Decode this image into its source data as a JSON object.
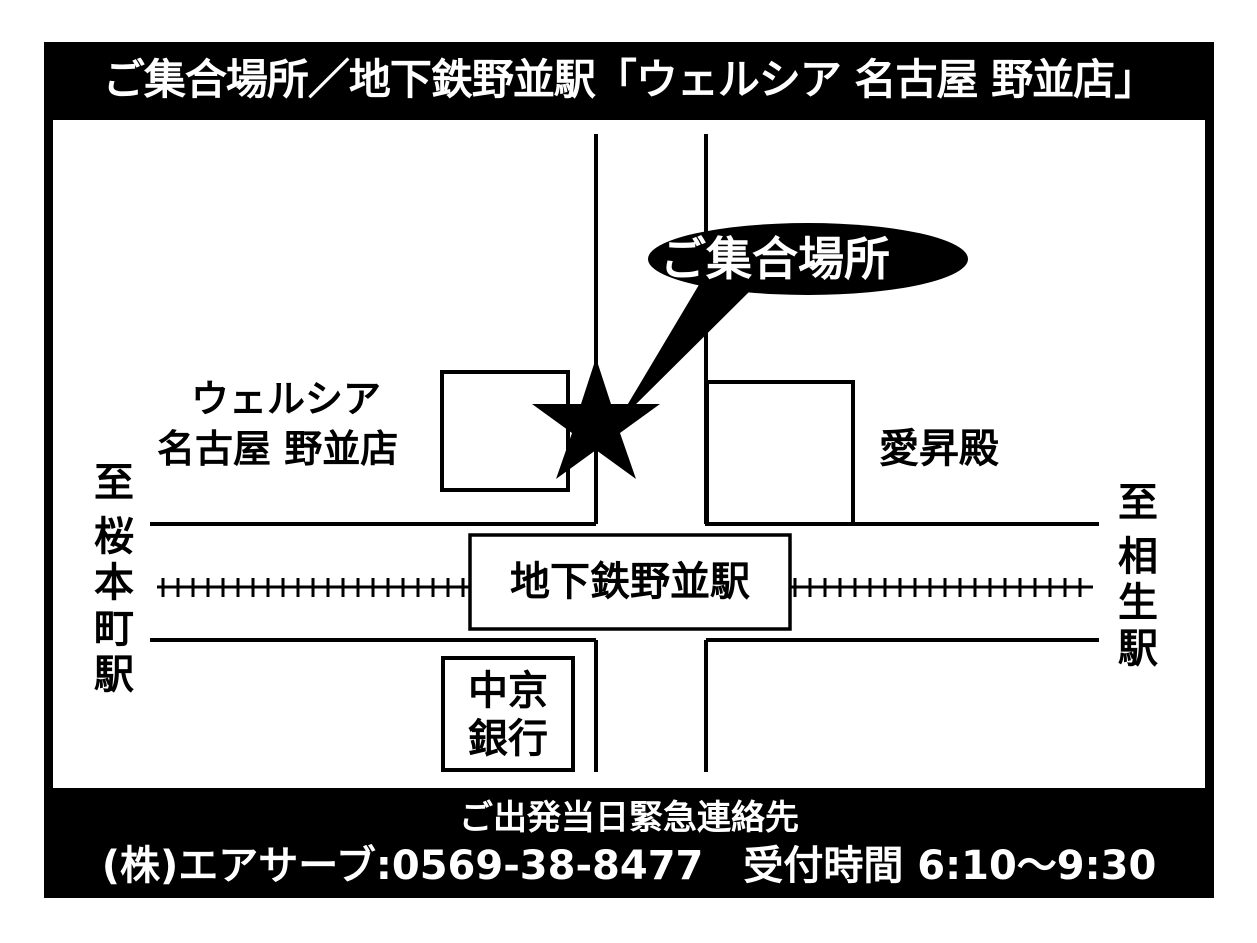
{
  "title": "ご集合場所／地下鉄野並駅「ウェルシア 名古屋 野並店」",
  "map": {
    "meeting_point_label": "ご集合場所",
    "store_label_line1": "ウェルシア",
    "store_label_line2": "名古屋 野並店",
    "hall_label": "愛昇殿",
    "station_label": "地下鉄野並駅",
    "bank_label_line1": "中京",
    "bank_label_line2": "銀行",
    "left_direction": [
      "至",
      "桜",
      "本",
      "町",
      "駅"
    ],
    "right_direction": [
      "至",
      "相",
      "生",
      "駅"
    ],
    "marker_icon": "star-icon",
    "colors": {
      "ink": "#000000",
      "paper": "#ffffff"
    }
  },
  "footer": {
    "line1": "ご出発当日緊急連絡先",
    "line2": "(株)エアサーブ:0569-38-8477　受付時間 6:10〜9:30"
  }
}
